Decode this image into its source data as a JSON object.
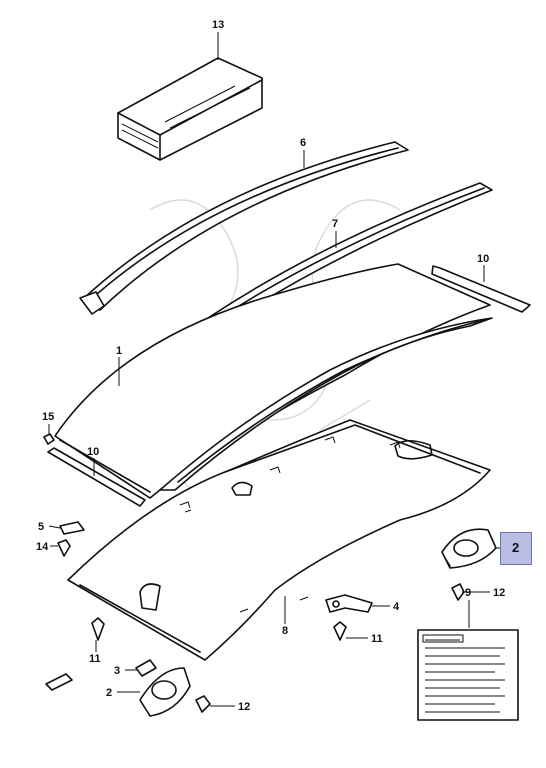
{
  "diagram": {
    "callouts": {
      "c1": "1",
      "c2_right": "2",
      "c2_left": "2",
      "c3": "3",
      "c4": "4",
      "c5": "5",
      "c6": "6",
      "c7": "7",
      "c8": "8",
      "c9": "9",
      "c10_top": "10",
      "c10_left": "10",
      "c11_left": "11",
      "c11_right": "11",
      "c12_right": "12",
      "c12_bottom": "12",
      "c13": "13",
      "c14": "14",
      "c15": "15"
    },
    "highlighted_callout": "2",
    "highlight_color": "#b9bde3"
  }
}
